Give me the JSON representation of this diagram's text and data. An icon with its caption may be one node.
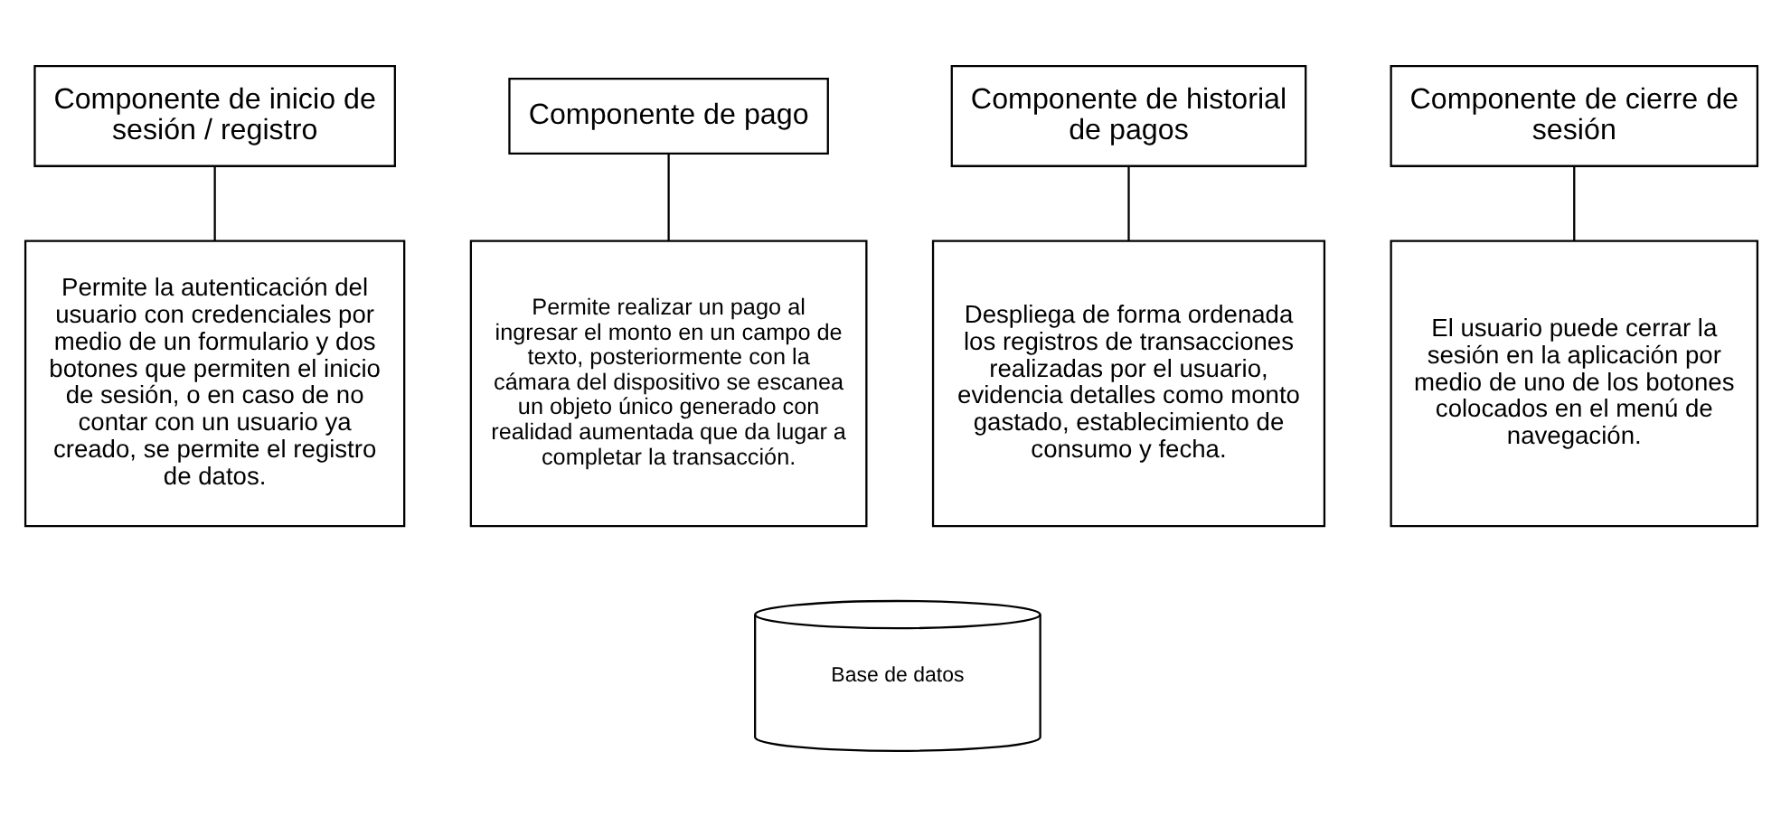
{
  "diagram": {
    "nodes": [
      {
        "text": [
          "Componente de inicio de sesión / registro"
        ]
      },
      {
        "text": [
          "Componente de pago"
        ]
      },
      {
        "text": [
          "Componente de historial de pagos"
        ]
      },
      {
        "text": [
          "Componente de cierre de sesión"
        ]
      },
      {
        "text": [
          "Permite la autenticación del usuario con credenciales por medio de un formulario y dos botones que permiten el inicio de sesión, o en caso de no contar con un usuario ya creado, se permite el registro de datos."
        ]
      },
      {
        "text": [
          "Permite realizar un pago al ingresar el monto en un campo de texto, posteriormente con la cámara del dispositivo se escanea un objeto único generado con realidad aumentada que da lugar a completar la transacción."
        ]
      },
      {
        "text": [
          "Despliega de forma ordenada los registros de transacciones realizadas por el usuario, evidencia detalles como monto gastado, establecimiento de consumo y fecha."
        ]
      },
      {
        "text": [
          "El usuario puede cerrar la sesión en la aplicación por medio de uno de los botones colocados en el menú de navegación."
        ]
      },
      {
        "text": [
          "Base de datos"
        ]
      }
    ],
    "edges": [
      {
        "from": 0,
        "to": 4,
        "arrow": "none"
      },
      {
        "from": 1,
        "to": 5,
        "arrow": "none"
      },
      {
        "from": 2,
        "to": 6,
        "arrow": "none"
      },
      {
        "from": 3,
        "to": 7,
        "arrow": "none"
      }
    ]
  }
}
